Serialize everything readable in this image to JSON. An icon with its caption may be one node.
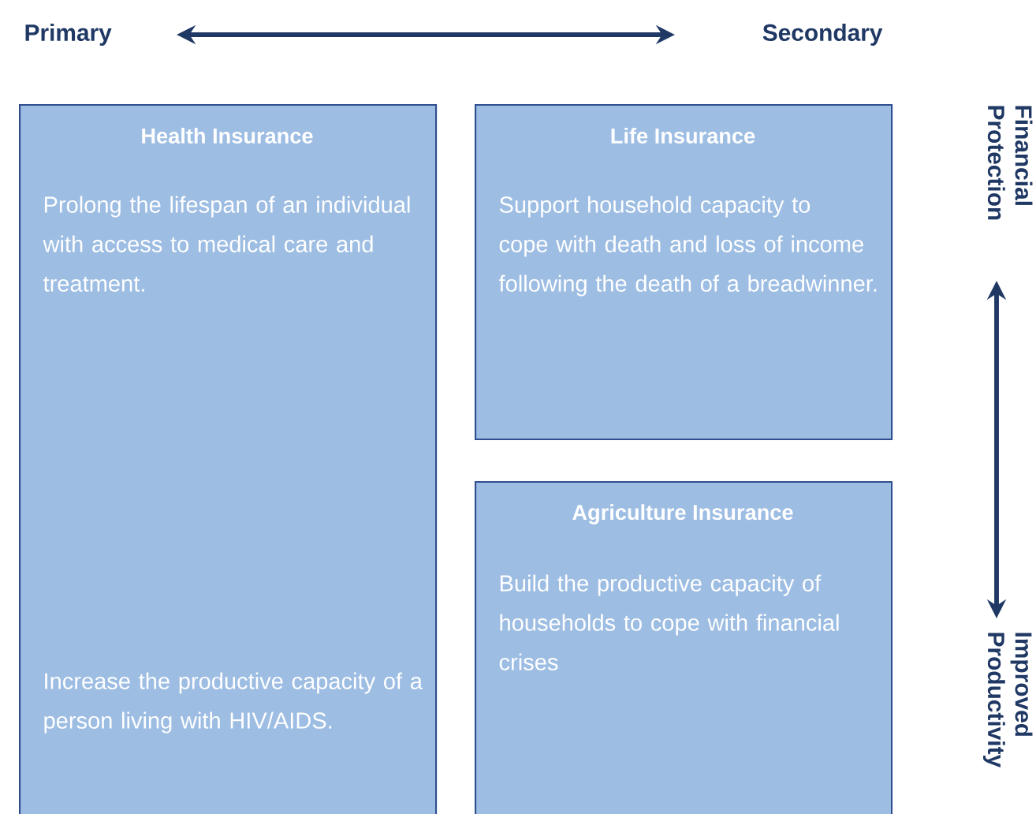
{
  "diagram": {
    "nodes": [
      {
        "text": [
          "Health Insurance",
          "Prolong the lifespan of an individual with access to medical care and treatment.",
          "Increase the productive capacity of a person living with HIV/AIDS."
        ]
      },
      {
        "text": [
          "Life Insurance",
          "Support household capacity to cope with death and loss of income following the death of a breadwinner."
        ]
      },
      {
        "text": [
          "Agriculture Insurance",
          "Build the productive capacity of households to cope with financial crises"
        ]
      }
    ],
    "labels": [
      "Primary",
      "Secondary",
      "Financial Protection",
      "Improved Productivity"
    ]
  }
}
